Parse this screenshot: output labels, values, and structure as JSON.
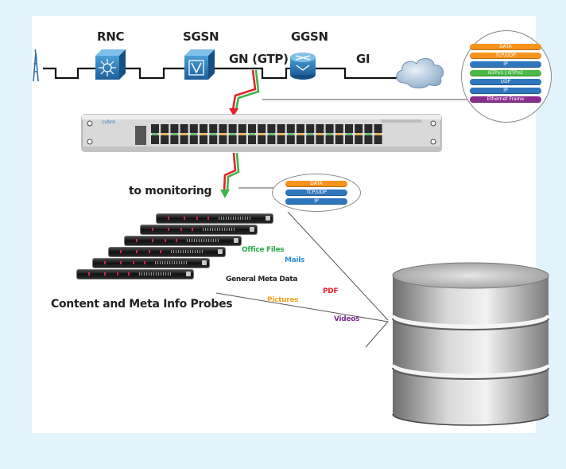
{
  "nodes": {
    "rnc": "RNC",
    "sgsn": "SGSN",
    "ggsn": "GGSN",
    "gn_gtp": "GN (GTP)",
    "gi": "GI"
  },
  "labels": {
    "to_monitoring": "to monitoring",
    "probes": "Content and Meta Info Probes",
    "switch_brand": "cubro"
  },
  "protocol_stack_full": [
    {
      "label": "DATA",
      "color": "#f7941d"
    },
    {
      "label": "TCP/UDP",
      "color": "#f7941d"
    },
    {
      "label": "IP",
      "color": "#2e77bd"
    },
    {
      "label": "GTPv1 | GTPv2",
      "color": "#4cb848"
    },
    {
      "label": "UDP",
      "color": "#2e77bd"
    },
    {
      "label": "IP",
      "color": "#2e77bd"
    },
    {
      "label": "Ethernet Frame",
      "color": "#8a2d8f"
    }
  ],
  "protocol_stack_small": [
    {
      "label": "DATA",
      "color": "#f7941d"
    },
    {
      "label": "TCP/UDP",
      "color": "#2e77bd"
    },
    {
      "label": "IP",
      "color": "#2e77bd"
    }
  ],
  "categories": {
    "office_files": {
      "label": "Office Files",
      "color": "#2aa84a"
    },
    "mails": {
      "label": "Mails",
      "color": "#2e8fd6"
    },
    "general_meta": {
      "label": "General Meta Data",
      "color": "#222222"
    },
    "pdf": {
      "label": "PDF",
      "color": "#e8202a"
    },
    "pictures": {
      "label": "Pictures",
      "color": "#f7a21d"
    },
    "videos": {
      "label": "Videos",
      "color": "#7b2d8f"
    }
  },
  "colors": {
    "background": "#e3f3fb",
    "arrow_red": "#e8202a",
    "arrow_green": "#3bb54a"
  }
}
